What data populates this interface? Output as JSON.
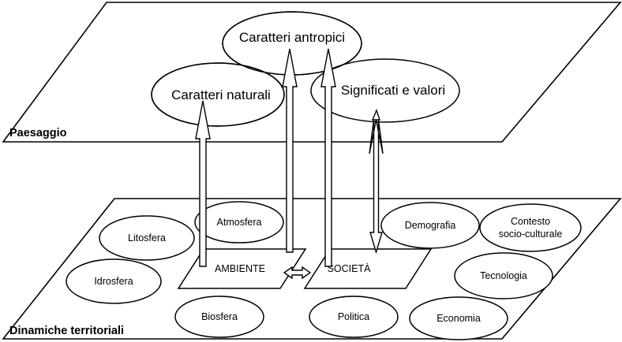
{
  "planes": {
    "top_label": "Paesaggio",
    "bottom_label": "Dinamiche territoriali"
  },
  "top_nodes": {
    "antropici": "Caratteri antropici",
    "naturali": "Caratteri naturali",
    "significati": "Significati e valori"
  },
  "boxes": {
    "ambiente": "AMBIENTE",
    "societa": "SOCIETÀ"
  },
  "bottom_nodes": {
    "atmosfera": "Atmosfera",
    "litosfera": "Litosfera",
    "idrosfera": "Idrosfera",
    "biosfera": "Biosfera",
    "politica": "Politica",
    "demografia": "Demografia",
    "contesto_line1": "Contesto",
    "contesto_line2": "socio-culturale",
    "tecnologia": "Tecnologia",
    "economia": "Economia"
  }
}
